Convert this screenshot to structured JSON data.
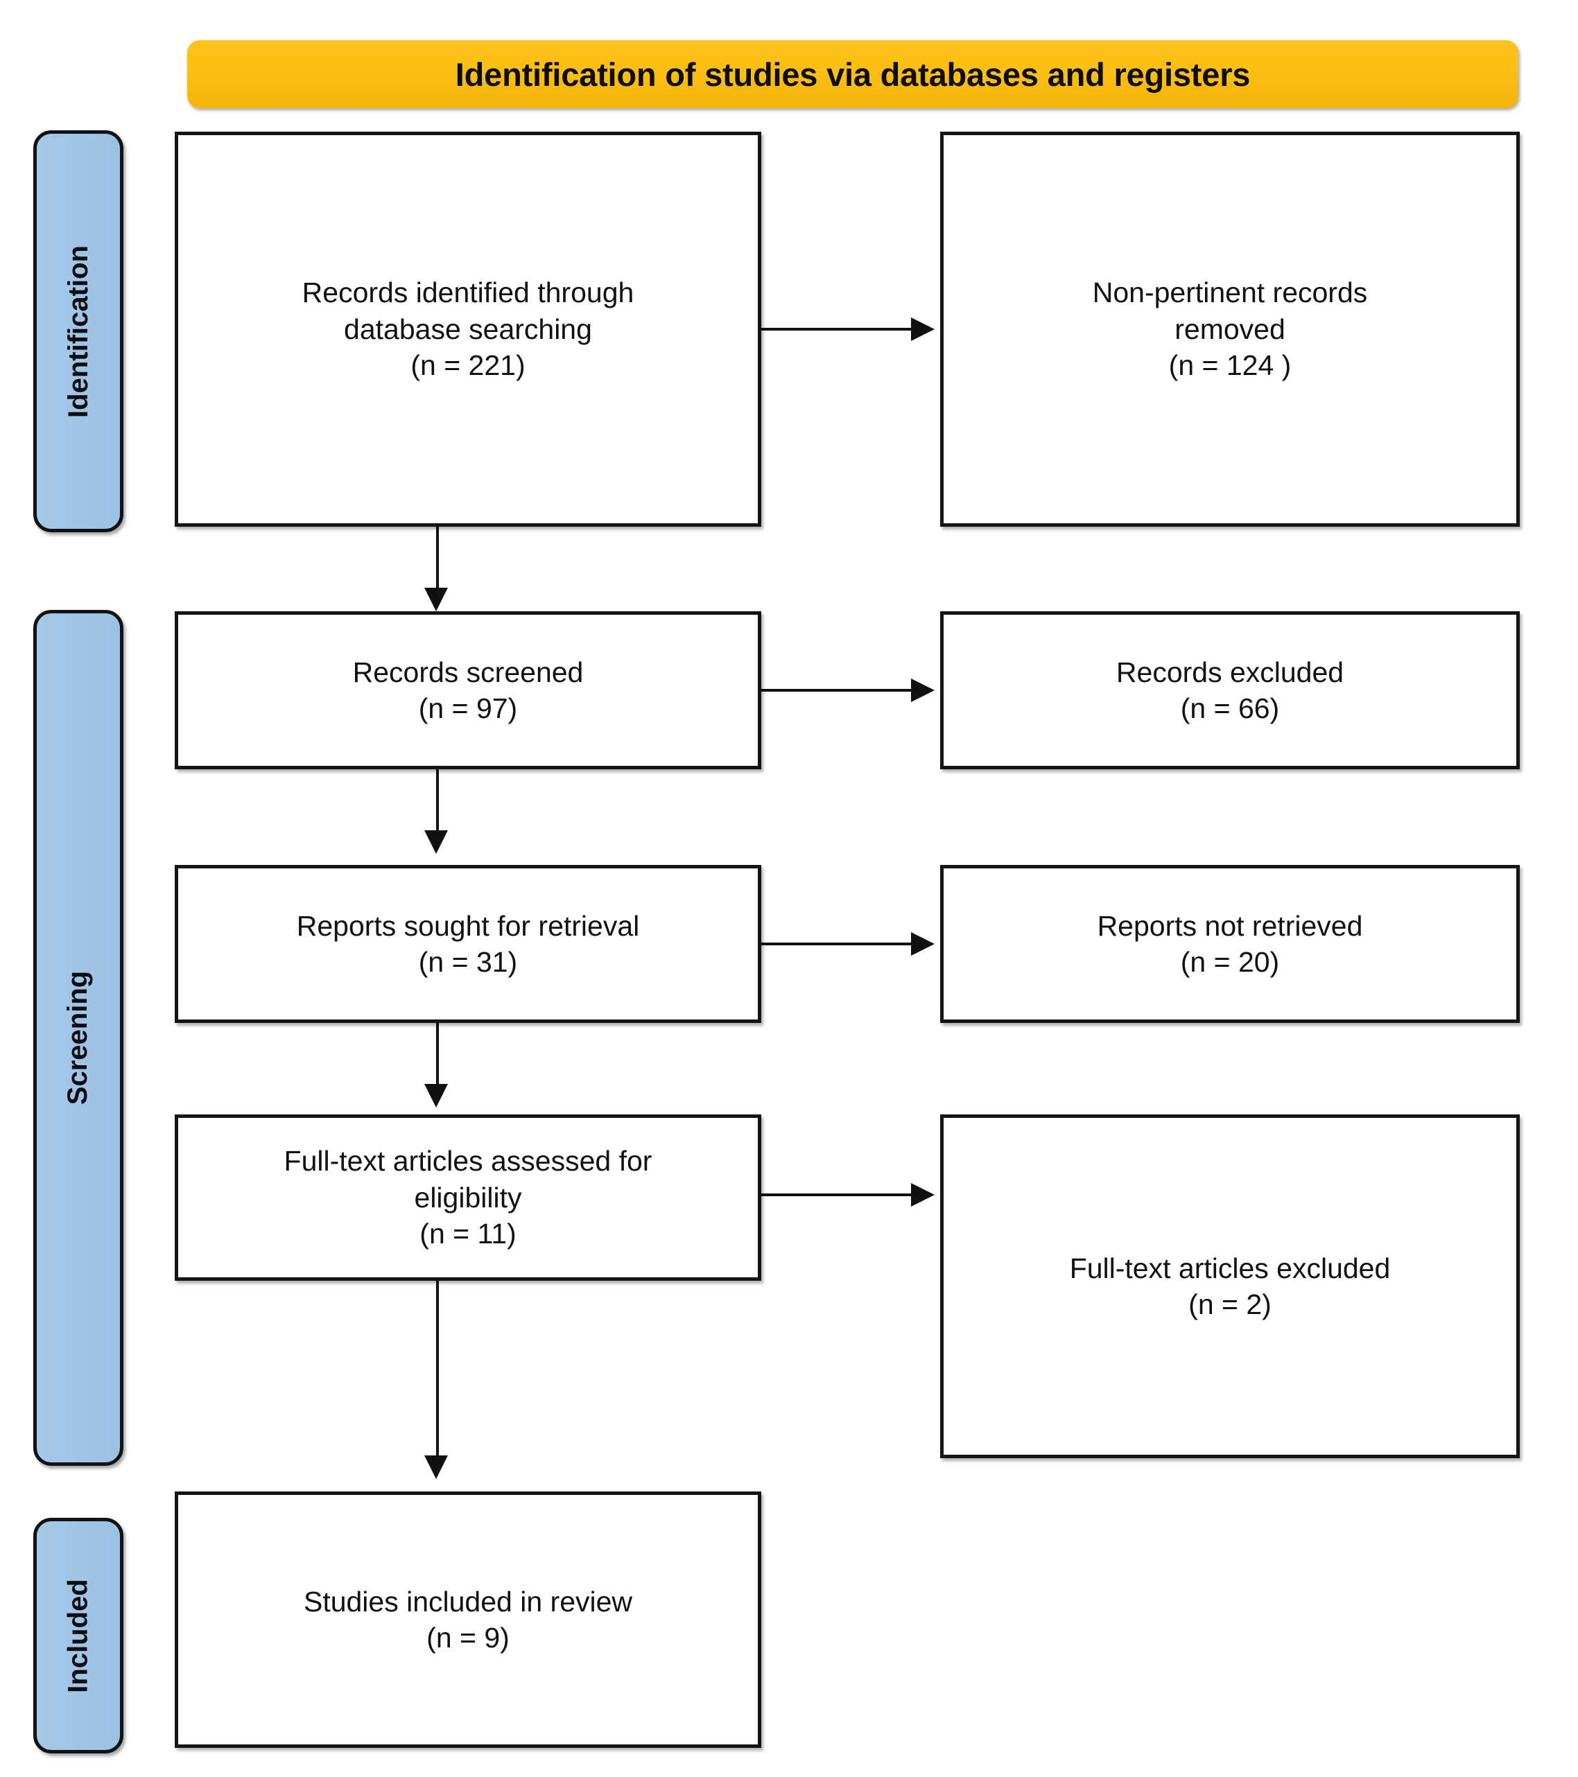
{
  "diagram": {
    "type": "prisma-flow-diagram",
    "title": "Identification of studies via databases and registers",
    "colors": {
      "banner": "#fcc21c",
      "stage_bar": "#a6c8e8",
      "box_border": "#141414",
      "box_fill": "#ffffff",
      "text": "#111111"
    },
    "stages": [
      {
        "key": "identification",
        "label": "Identification"
      },
      {
        "key": "screening",
        "label": "Screening"
      },
      {
        "key": "included",
        "label": "Included"
      }
    ],
    "boxes": {
      "records_identified": {
        "line1": "Records identified through",
        "line2": "database searching",
        "count_label": "(n = 221)",
        "n": 221,
        "text": "Records identified through\ndatabase searching\n(n = 221)"
      },
      "non_pertinent_removed": {
        "line1": "Non-pertinent records",
        "line2": "removed",
        "count_label": "(n = 124 )",
        "n": 124,
        "text": "Non-pertinent records\nremoved\n(n = 124 )"
      },
      "records_screened": {
        "line1": "Records screened",
        "count_label": "(n = 97)",
        "n": 97,
        "text": "Records screened\n(n = 97)"
      },
      "records_excluded": {
        "line1": "Records excluded",
        "count_label": "(n = 66)",
        "n": 66,
        "text": "Records excluded\n(n = 66)"
      },
      "reports_sought": {
        "line1": "Reports sought for retrieval",
        "count_label": "(n = 31)",
        "n": 31,
        "text": "Reports sought for retrieval\n(n = 31)"
      },
      "reports_not_retrieved": {
        "line1": "Reports not retrieved",
        "count_label": "(n = 20)",
        "n": 20,
        "text": "Reports not retrieved\n(n = 20)"
      },
      "fulltext_assessed": {
        "line1": "Full-text articles assessed for",
        "line2": "eligibility",
        "count_label": "(n = 11)",
        "n": 11,
        "text": "Full-text articles assessed for\neligibility\n(n = 11)"
      },
      "fulltext_excluded": {
        "line1": "Full-text articles excluded",
        "count_label": "(n = 2)",
        "n": 2,
        "text": "Full-text articles excluded\n(n = 2)"
      },
      "studies_included": {
        "line1": "Studies included in review",
        "count_label": "(n = 9)",
        "n": 9,
        "text": "Studies included in review\n(n = 9)"
      }
    },
    "flow": [
      {
        "from": "records_identified",
        "to": "non_pertinent_removed",
        "direction": "right"
      },
      {
        "from": "records_identified",
        "to": "records_screened",
        "direction": "down"
      },
      {
        "from": "records_screened",
        "to": "records_excluded",
        "direction": "right"
      },
      {
        "from": "records_screened",
        "to": "reports_sought",
        "direction": "down"
      },
      {
        "from": "reports_sought",
        "to": "reports_not_retrieved",
        "direction": "right"
      },
      {
        "from": "reports_sought",
        "to": "fulltext_assessed",
        "direction": "down"
      },
      {
        "from": "fulltext_assessed",
        "to": "fulltext_excluded",
        "direction": "right"
      },
      {
        "from": "fulltext_assessed",
        "to": "studies_included",
        "direction": "down"
      }
    ]
  }
}
